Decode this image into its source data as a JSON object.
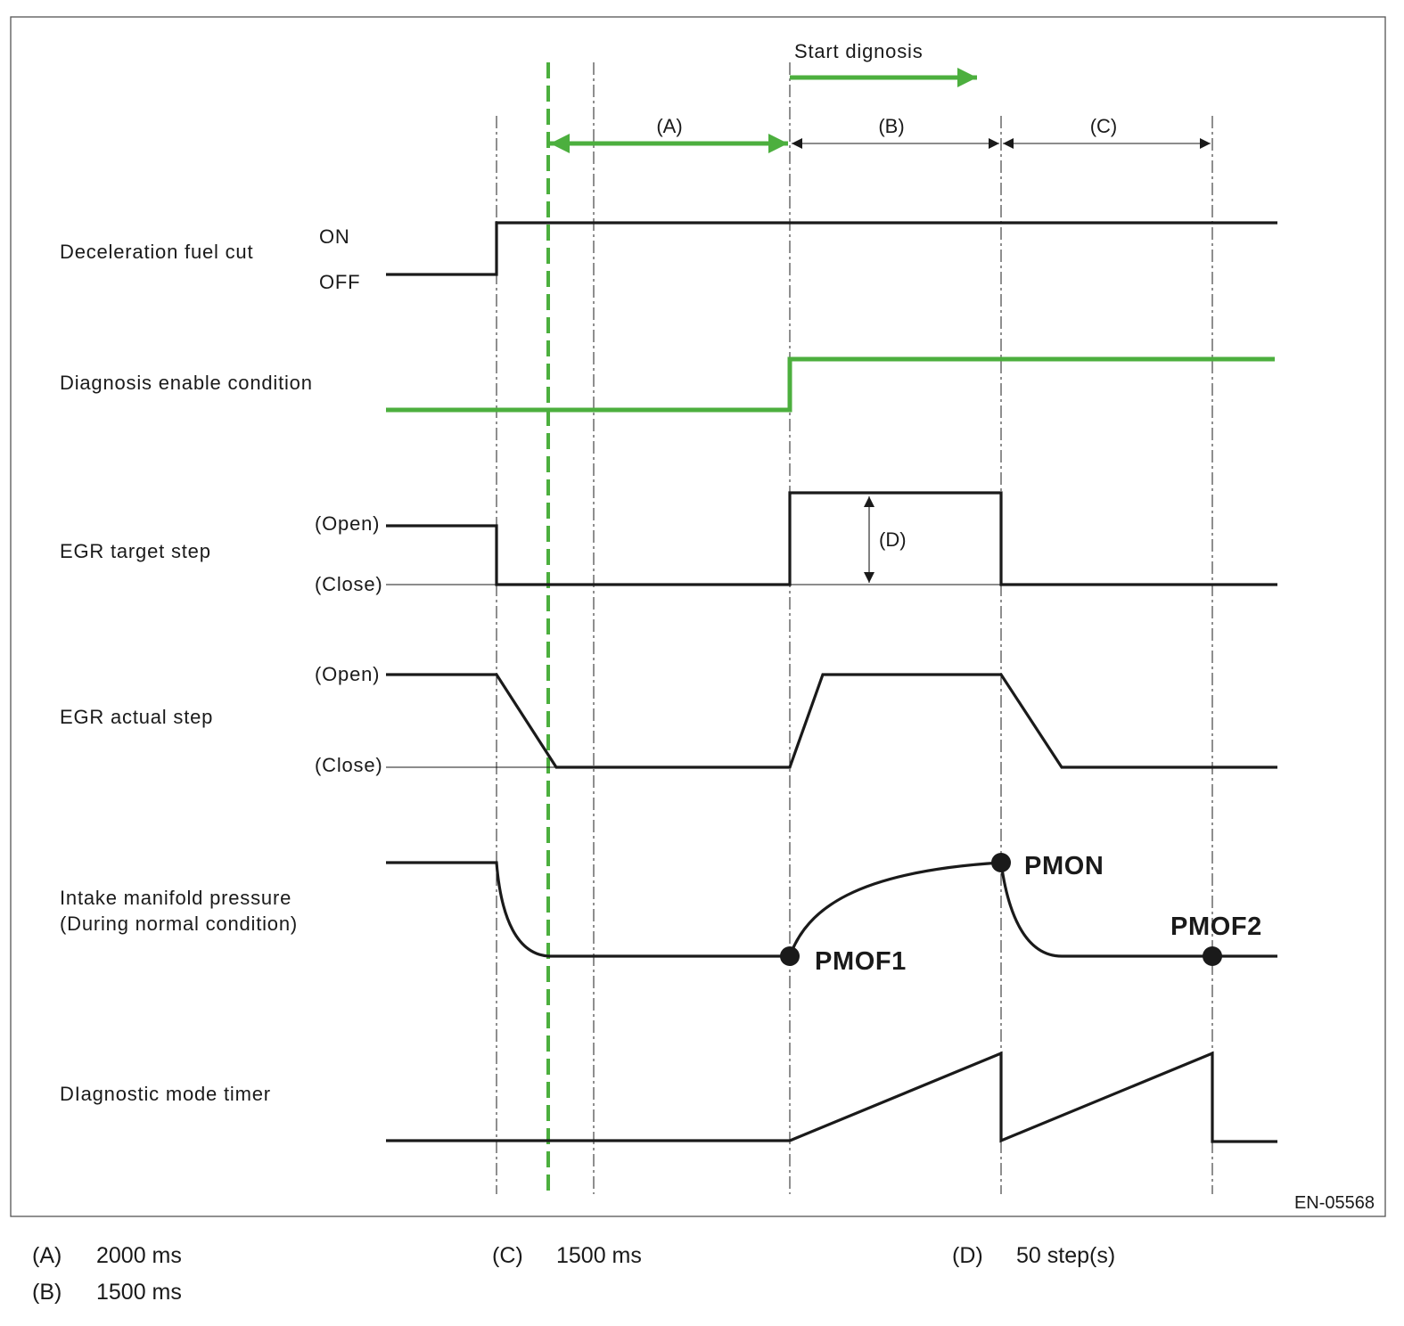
{
  "start_label": "Start dignosis",
  "segments": {
    "a": "(A)",
    "b": "(B)",
    "c": "(C)",
    "d": "(D)"
  },
  "signals": {
    "fuel_cut": {
      "label": "Deceleration fuel cut",
      "on": "ON",
      "off": "OFF"
    },
    "diag_enable": {
      "label": "Diagnosis enable condition"
    },
    "egr_target": {
      "label": "EGR target step",
      "open": "(Open)",
      "close": "(Close)"
    },
    "egr_actual": {
      "label": "EGR actual step",
      "open": "(Open)",
      "close": "(Close)"
    },
    "intake": {
      "label_1": "Intake manifold pressure",
      "label_2": "(During normal condition)"
    },
    "timer": {
      "label": "DIagnostic mode timer"
    }
  },
  "points": {
    "pmon": "PMON",
    "pmof1": "PMOF1",
    "pmof2": "PMOF2"
  },
  "code": "EN-05568",
  "legend": [
    {
      "key": "(A)",
      "value": "2000 ms"
    },
    {
      "key": "(B)",
      "value": "1500 ms"
    },
    {
      "key": "(C)",
      "value": "1500 ms"
    },
    {
      "key": "(D)",
      "value": "50 step(s)"
    }
  ],
  "colors": {
    "green": "#4caf3e",
    "line": "#1a1a1a"
  }
}
